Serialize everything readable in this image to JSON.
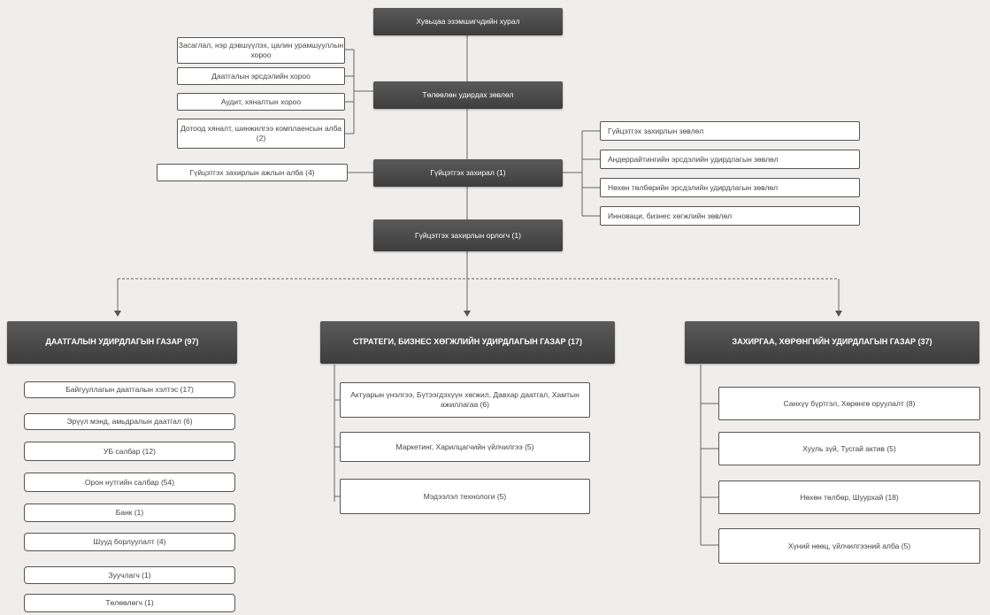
{
  "top": {
    "shareholders": "Хувьцаа эзэмшигчдийн хурал",
    "board": "Төлөөлөн удирдах зөвлөл",
    "ceo": "Гүйцэтгэх захирал (1)",
    "deputy": "Гүйцэтгэх захирлын орлогч (1)"
  },
  "committees": [
    "Засаглал, нэр дэвшүүлэх, цалин урамшууллын хороо",
    "Даатгалын эрсдэлийн хороо",
    "Аудит, хяналтын хороо",
    "Дотоод хяналт, шинжилгээ комплаенсын алба (2)"
  ],
  "ceo_office": "Гүйцэтгэх захирлын ажлын алба (4)",
  "councils": [
    "Гүйцэтгэх захирлын зөвлөл",
    "Андеррайтингийн эрсдэлийн удирдлагын зөвлөл",
    "Нөхөн төлбөрийн эрсдэлийн удирдлагын зөвлөл",
    "Инноваци, бизнес хөгжлийн зөвлөл"
  ],
  "departments": [
    {
      "title": "ДААТГАЛЫН УДИРДЛАГЫН ГАЗАР (97)",
      "units": [
        "Байгууллагын даатгалын хэлтэс (17)",
        "Эрүүл мэнд, амьдралын даатгал (6)",
        "УБ салбар (12)",
        "Орон нутгийн салбар (54)",
        "Банк (1)",
        "Шууд борлуулалт (4)",
        "Зуучлагч (1)",
        "Төлөөлөгч (1)"
      ]
    },
    {
      "title": "СТРАТЕГИ, БИЗНЕС ХӨГЖЛИЙН УДИРДЛАГЫН ГАЗАР (17)",
      "units": [
        "Актуарын үнэлгээ, Бүтээгдэхүүн хөгжил, Давхар даатгал, Хамтын ажиллагаа (6)",
        "Маркетинг, Харилцагчийн үйлчилгээ (5)",
        "Мэдээлэл технологи (5)"
      ]
    },
    {
      "title": "ЗАХИРГАА, ХӨРӨНГИЙН УДИРДЛАГЫН ГАЗАР (37)",
      "units": [
        "Санхүү бүртгэл, Хөрөнгө оруулалт (8)",
        "Хууль зүй, Тусгай актив (5)",
        "Нөхөн төлбөр, Шуурхай (18)",
        "Хүний нөөц, үйлчилгээний алба (5)"
      ]
    }
  ]
}
